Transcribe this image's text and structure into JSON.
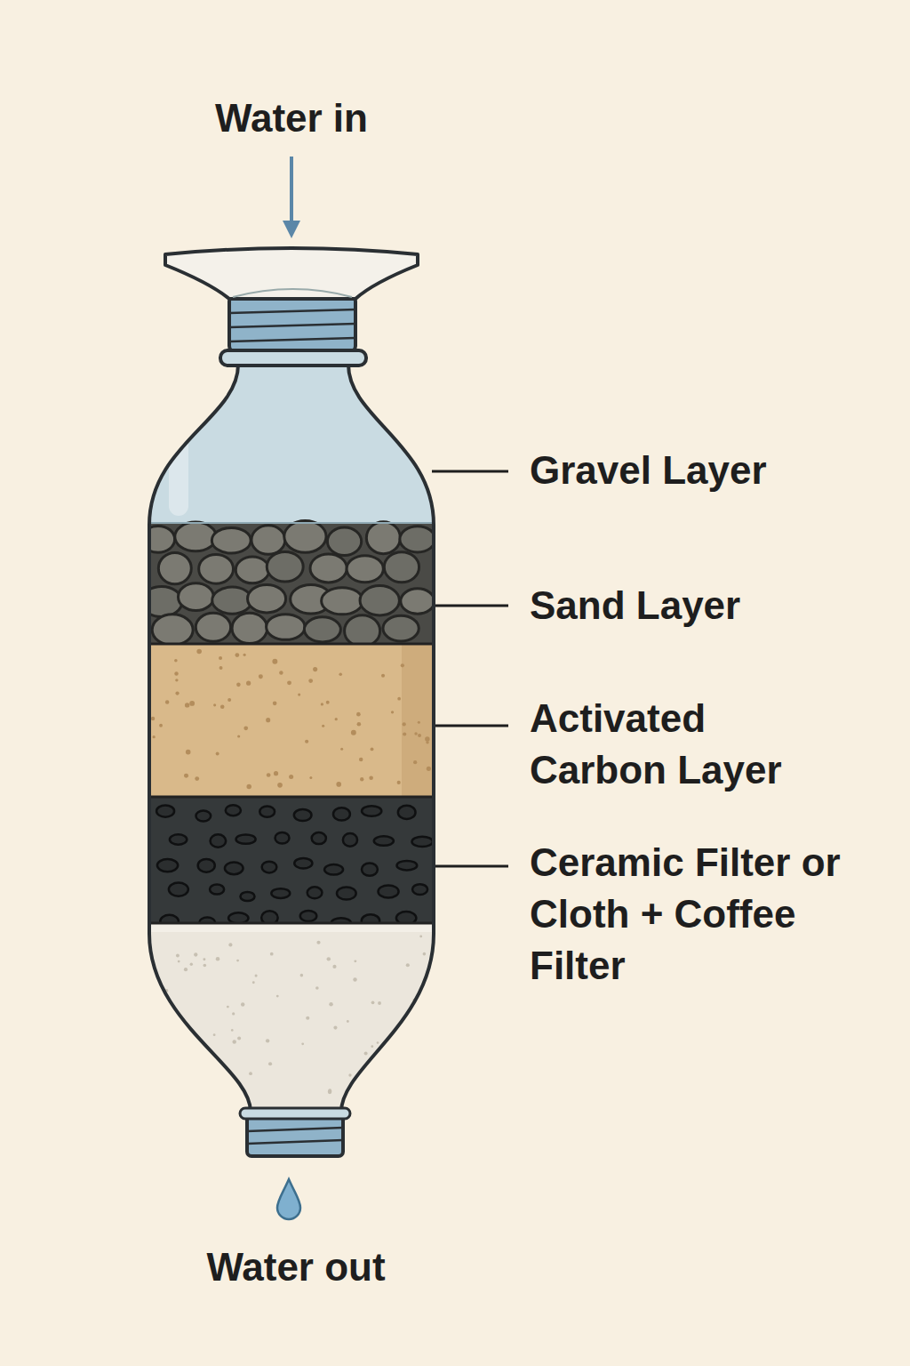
{
  "diagram": {
    "labels": [
      "Water in",
      "Gravel Layer",
      "Sand Layer",
      "Activated Carbon Layer",
      "Ceramic Filter or Cloth + Coffee Filter",
      "Water out"
    ]
  }
}
